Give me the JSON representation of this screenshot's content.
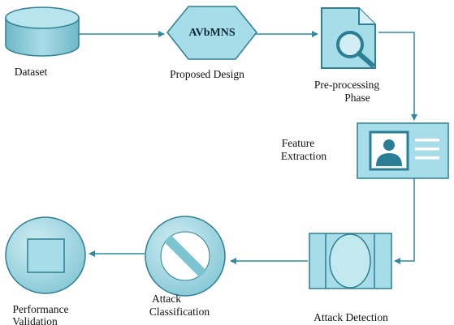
{
  "nodes": {
    "dataset": {
      "label": "Dataset"
    },
    "proposed": {
      "title": "AVbMNS",
      "label": "Proposed Design"
    },
    "preprocessing": {
      "label_line1": "Pre-processing",
      "label_line2": "Phase"
    },
    "feature": {
      "label_line1": "Feature",
      "label_line2": "Extraction"
    },
    "detection": {
      "label": "Attack Detection"
    },
    "classification": {
      "label_line1": "Attack",
      "label_line2": "Classification"
    },
    "performance": {
      "label_line1": "Performance",
      "label_line2": "Validation"
    }
  },
  "colors": {
    "fill_light": "#a6dde8",
    "fill_mid": "#7cc4d2",
    "stroke": "#2d7f93",
    "arrow": "#2d8aa0",
    "icon_dark": "#2a7f95"
  }
}
